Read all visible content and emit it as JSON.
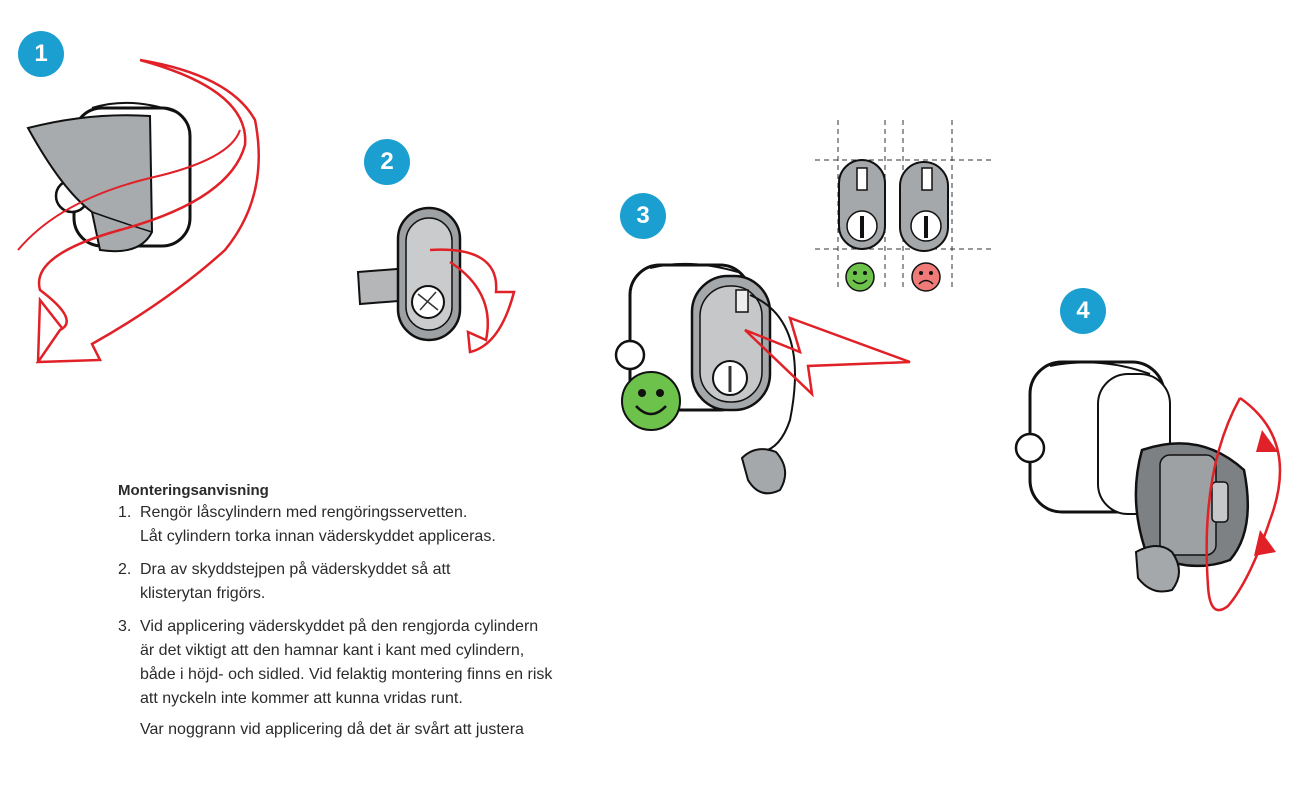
{
  "badges": [
    "1",
    "2",
    "3",
    "4"
  ],
  "colors": {
    "badge": "#1b9fd1",
    "arrow": "#e02127",
    "good_face": "#6cc24a",
    "bad_face": "#f07a78"
  },
  "icons": {
    "step1": "cleaning-wipe-cylinder-illustration",
    "step2": "peel-tape-weather-cover-illustration",
    "step3": "apply-cover-aligned-illustration",
    "step4": "rotate-key-cover-illustration",
    "good": "smiley-happy-icon",
    "bad": "smiley-sad-icon"
  },
  "instructions": {
    "title": "Monteringsanvisning",
    "steps": [
      {
        "num": "1.",
        "lines": [
          "Rengör låscylindern med rengöringsservetten.",
          "Låt cylindern torka innan väderskyddet appliceras."
        ]
      },
      {
        "num": "2.",
        "lines": [
          "Dra av skyddstejpen på väderskyddet så att",
          "klisterytan frigörs."
        ]
      },
      {
        "num": "3.",
        "lines": [
          "Vid applicering väderskyddet på den rengjorda cylindern",
          "är det viktigt att den hamnar kant i kant med cylindern,",
          "både i höjd- och sidled. Vid felaktig montering finns en risk",
          "att nyckeln inte kommer att kunna vridas runt."
        ],
        "note": "Var noggrann vid applicering då det är svårt att justera"
      }
    ]
  }
}
